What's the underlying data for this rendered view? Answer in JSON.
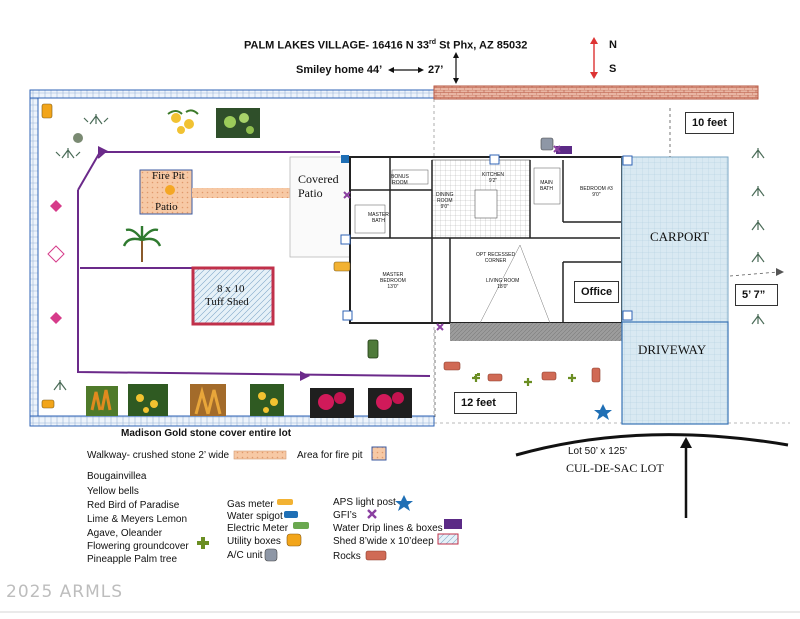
{
  "header": {
    "title_line": "PALM LAKES VILLAGE- 16416 N 33",
    "title_sup": "rd",
    "title_rest": " St Phx, AZ  85032",
    "home_size_label": "Smiley home 44’",
    "home_depth_label": "27’",
    "north": "N",
    "south": "S"
  },
  "plan_labels": {
    "ten_feet": "10 feet",
    "twelve_feet": "12 feet",
    "five_seven": "5’ 7”",
    "carport": "CARPORT",
    "driveway": "DRIVEWAY",
    "covered_patio": "Covered\nPatio",
    "fire_pit_line1": "Fire Pit",
    "fire_pit_line2": "Patio",
    "tuff_shed_line1": "8 x 10",
    "tuff_shed_line2": "Tuff Shed",
    "office": "Office",
    "lot_size": "Lot 50’ x 125’",
    "cul_de_sac": "CUL-DE-SAC LOT",
    "stone_cover": "Madison Gold stone cover entire lot"
  },
  "rooms": {
    "bonus": "BONUS\nROOM",
    "master_bath": "MASTER\nBATH",
    "dining": "DINING\nROOM\n9'0\"",
    "kitchen": "KITCHEN\n9'2\"",
    "main_bath": "MAIN\nBATH",
    "bedroom3": "BEDROOM #3\n9'0\"",
    "master_bedroom": "MASTER\nBEDROOM\n13'0\"",
    "living": "LIVING ROOM\n18'0\"",
    "entertainment": "OPT RECESSED\nCORNER"
  },
  "legend_left": [
    "Walkway- crushed stone 2’ wide",
    "Bougainvillea",
    "Yellow bells",
    "Red Bird of Paradise",
    "Lime & Meyers Lemon",
    "Agave, Oleander",
    "Flowering groundcover",
    "Pineapple Palm tree"
  ],
  "legend_fire_area": "Area for fire pit",
  "legend_mid": [
    "Gas meter",
    "Water spigot",
    "Electric Meter",
    "Utility boxes",
    "A/C unit"
  ],
  "legend_right": [
    "APS light post",
    "GFI’s",
    "Water Drip lines & boxes",
    "Shed 8’wide x 10’deep",
    "Rocks"
  ],
  "copyright": "2025 ARMLS",
  "colors": {
    "wall_blue": "#2f63b6",
    "brick": "#c0685a",
    "walkway_purple": "#6b2a8a",
    "shed_red": "#c0304a",
    "carport_teal": "#cfe3ef",
    "gas_meter": "#f2b233",
    "water_spigot": "#1f6fb5",
    "electric_meter": "#6aa84f",
    "utility_box": "#f2a51a",
    "ac_unit": "#8e97a6",
    "aps_post": "#1f6fb5",
    "gfi": "#8a3fa0",
    "drip": "#5b2a86",
    "rocks": "#d06a55"
  }
}
